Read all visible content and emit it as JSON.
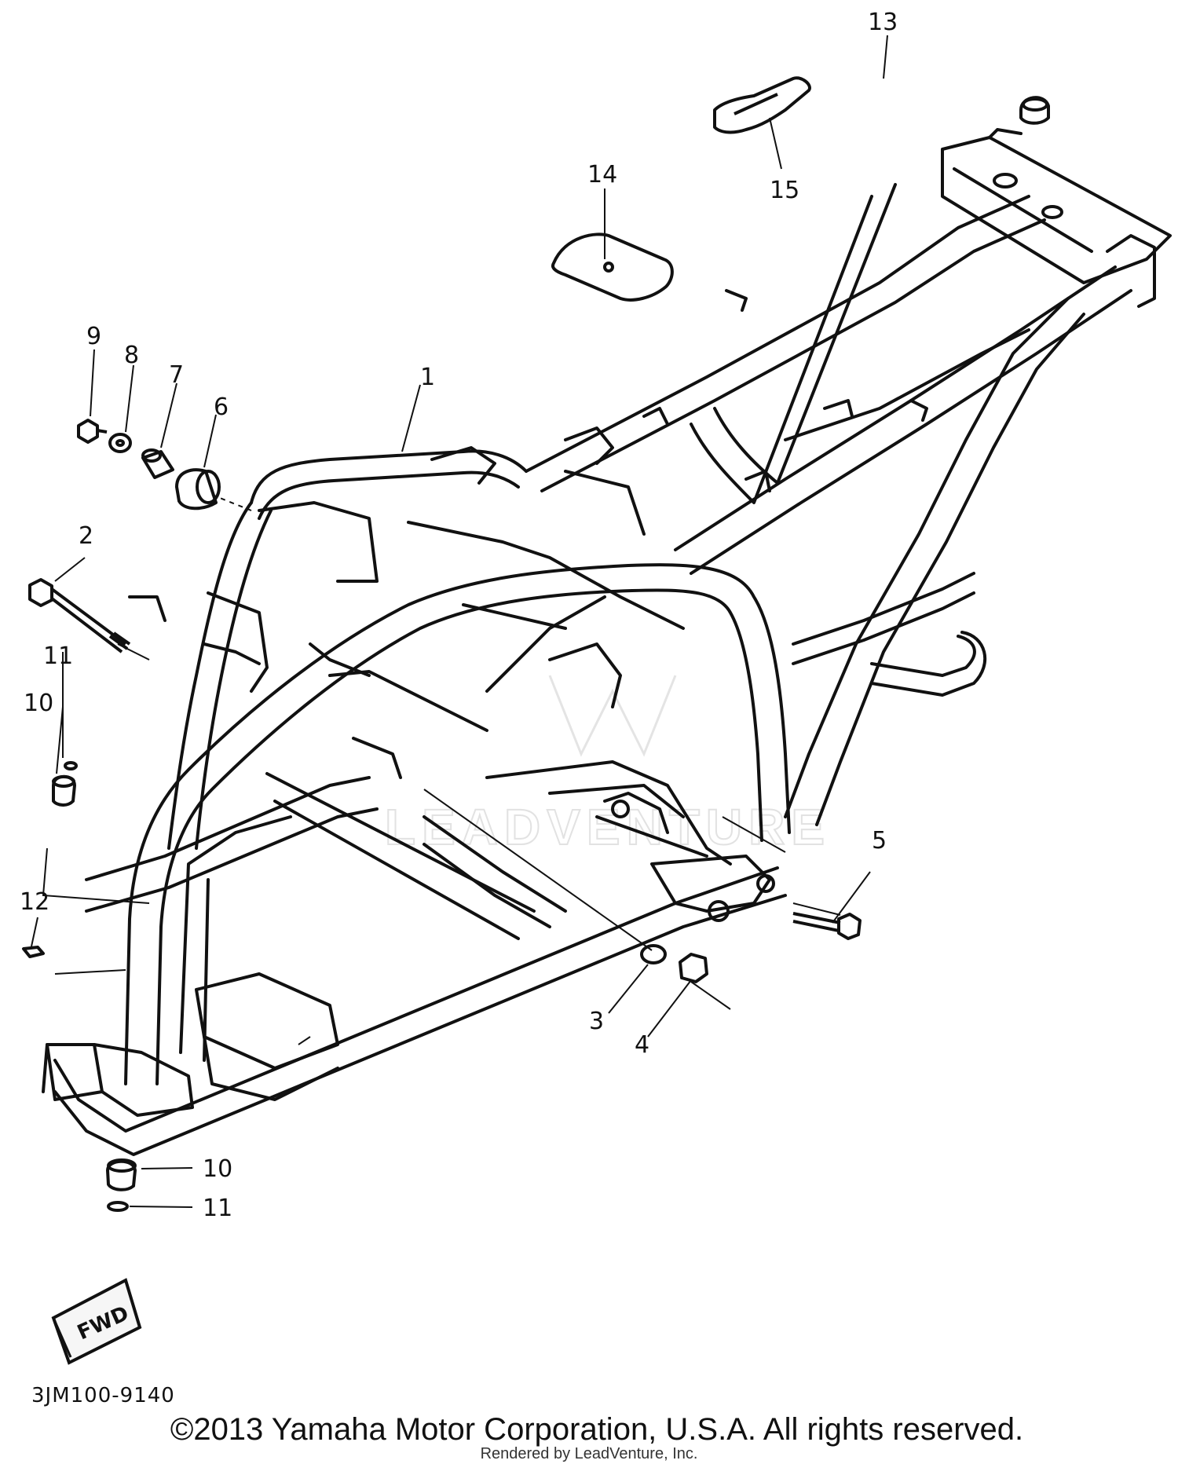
{
  "diagram": {
    "callouts": [
      "1",
      "2",
      "3",
      "4",
      "5",
      "6",
      "7",
      "8",
      "9",
      "10",
      "11",
      "12",
      "13",
      "14",
      "15"
    ],
    "callout_10_second": "10",
    "callout_11_second": "11",
    "fwd_label": "FWD",
    "watermark": "LEADVENTURE"
  },
  "footer": {
    "part_code": "3JM100-9140",
    "copyright": "©2013 Yamaha Motor Corporation, U.S.A. All rights reserved.",
    "rendered_by": "Rendered by LeadVenture, Inc."
  }
}
